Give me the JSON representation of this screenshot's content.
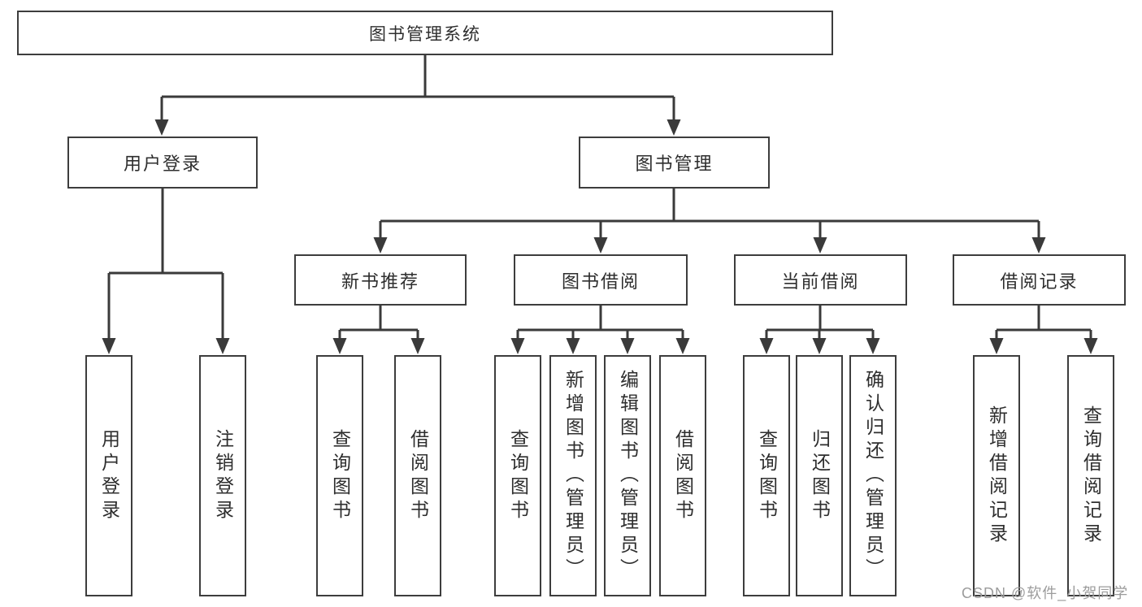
{
  "diagram": {
    "root": {
      "label": "图书管理系统"
    },
    "level2": [
      {
        "label": "用户登录"
      },
      {
        "label": "图书管理"
      }
    ],
    "level3": [
      {
        "label": "新书推荐"
      },
      {
        "label": "图书借阅"
      },
      {
        "label": "当前借阅"
      },
      {
        "label": "借阅记录"
      }
    ],
    "leaves": [
      {
        "label": "用户登录"
      },
      {
        "label": "注销登录"
      },
      {
        "label": "查询图书"
      },
      {
        "label": "借阅图书"
      },
      {
        "label": "查询图书"
      },
      {
        "label": "新增图书（管理员）"
      },
      {
        "label": "编辑图书（管理员）"
      },
      {
        "label": "借阅图书"
      },
      {
        "label": "查询图书"
      },
      {
        "label": "归还图书"
      },
      {
        "label": "确认归还（管理员）"
      },
      {
        "label": "新增借阅记录"
      },
      {
        "label": "查询借阅记录"
      }
    ],
    "colors": {
      "box_border": "#3d3d3d",
      "connector": "#3a3a3a",
      "text": "#2e2e2e",
      "watermark": "#9c9c9c",
      "background": "#ffffff"
    }
  },
  "watermark": {
    "text": "CSDN @软件_小贺同学"
  }
}
